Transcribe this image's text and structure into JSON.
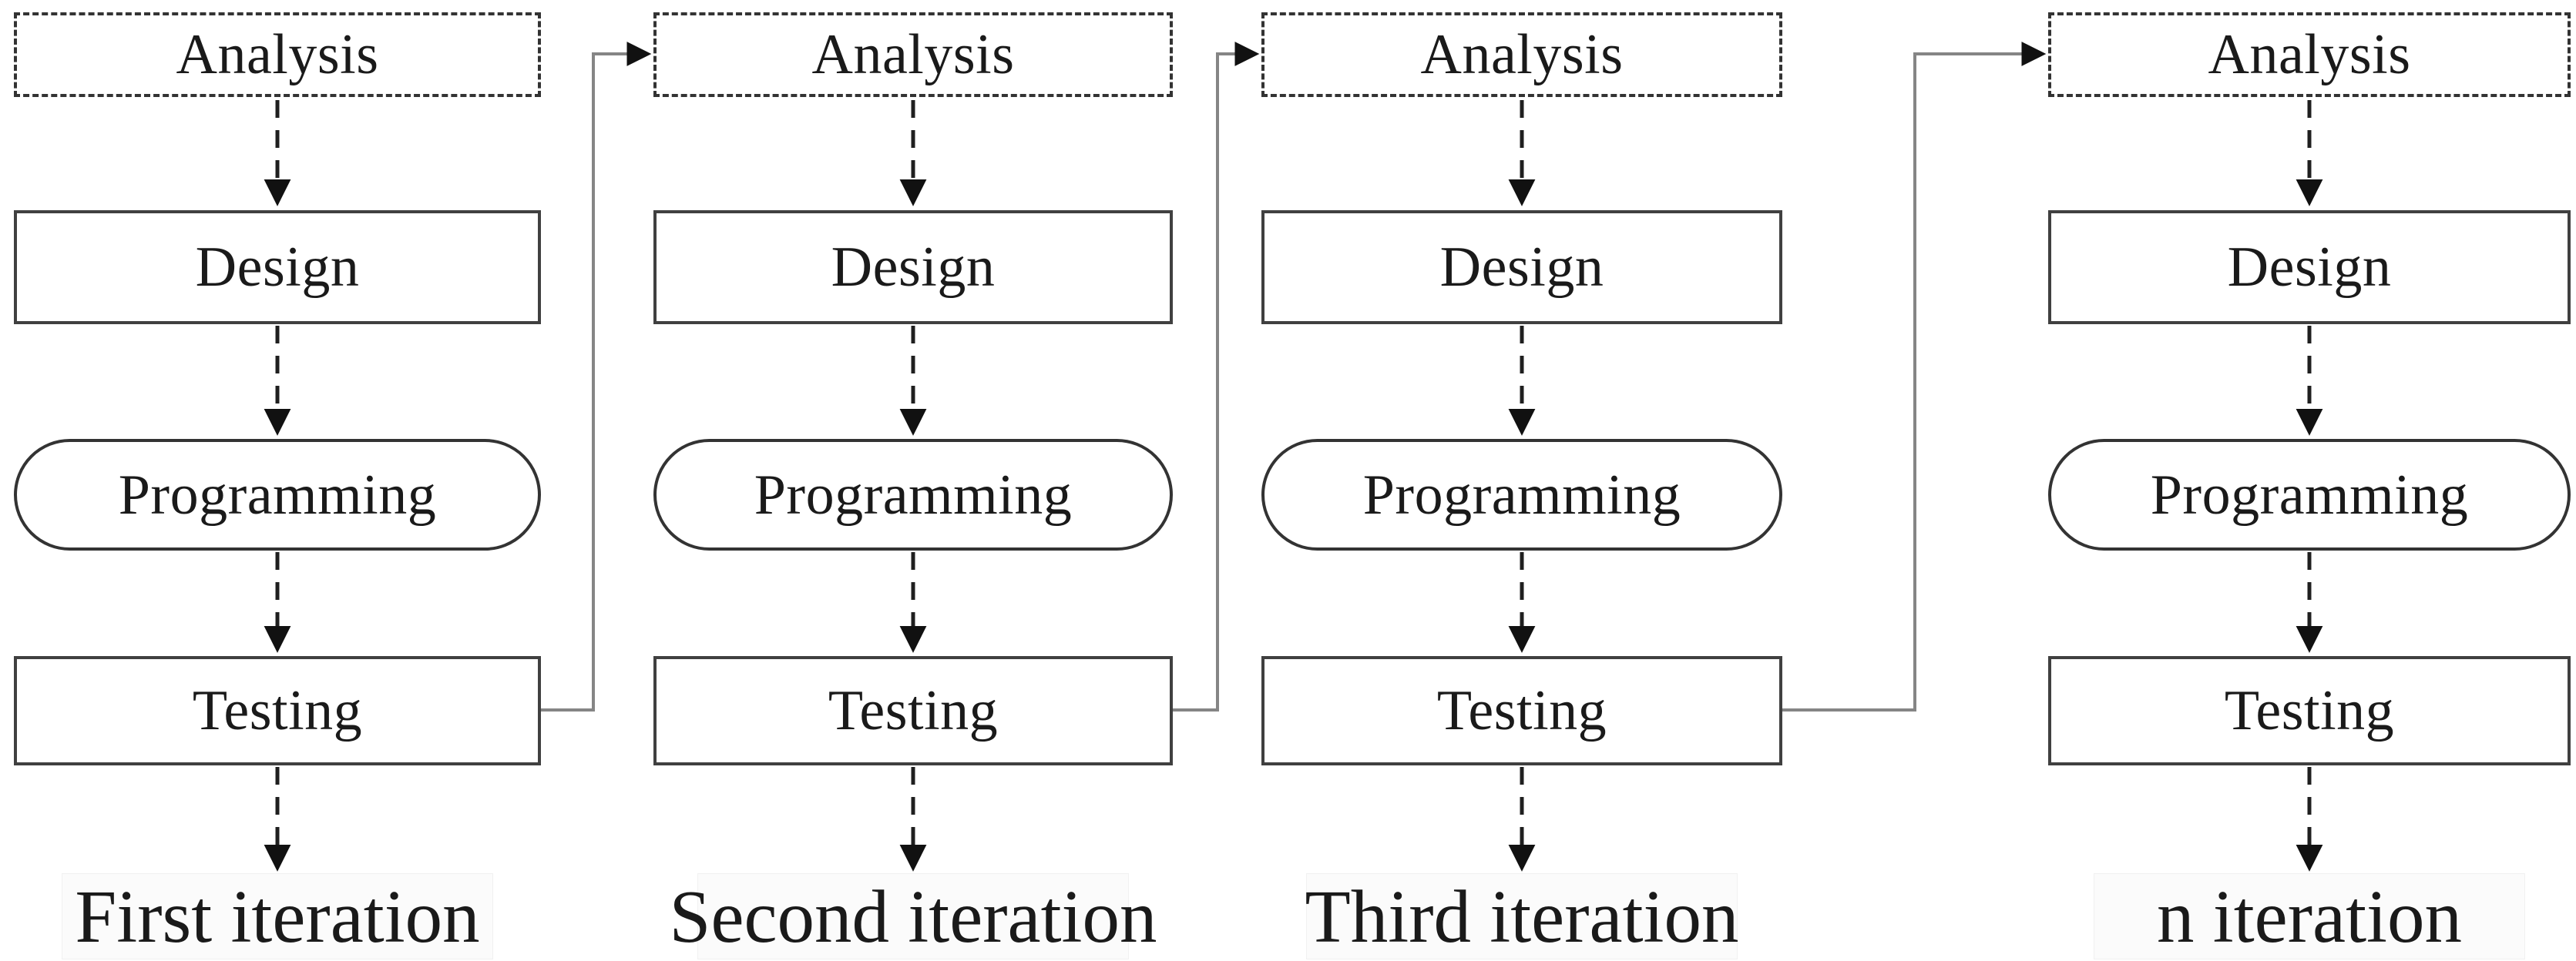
{
  "diagram": {
    "kind": "iterative-development-flowchart",
    "columns": [
      {
        "analysis": "Analysis",
        "design": "Design",
        "programming": "Programming",
        "testing": "Testing",
        "caption": "First iteration"
      },
      {
        "analysis": "Analysis",
        "design": "Design",
        "programming": "Programming",
        "testing": "Testing",
        "caption": "Second iteration"
      },
      {
        "analysis": "Analysis",
        "design": "Design",
        "programming": "Programming",
        "testing": "Testing",
        "caption": "Third iteration"
      },
      {
        "analysis": "Analysis",
        "design": "Design",
        "programming": "Programming",
        "testing": "Testing",
        "caption": "n iteration"
      }
    ],
    "colors": {
      "background": "#ffffff",
      "box_border": "#404040",
      "dashed_box_border": "#333333",
      "flow_arrow": "#1f1f1f",
      "iteration_connector": "#858585",
      "arrowhead": "#111111",
      "text": "#1a1a1a"
    }
  }
}
